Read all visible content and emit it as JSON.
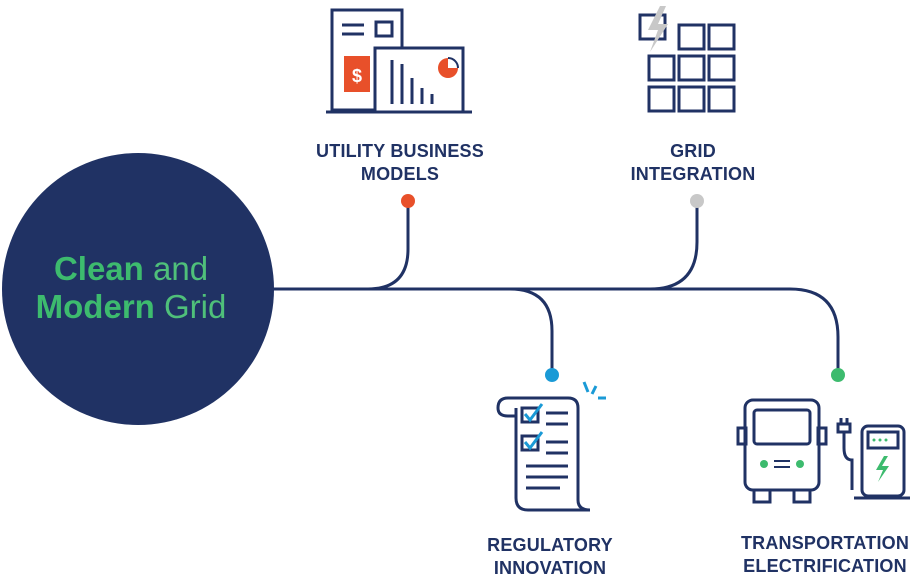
{
  "hub": {
    "line1_bold": "Clean",
    "line1_rest": "and",
    "line2_bold": "Modern",
    "line2_rest": "Grid"
  },
  "nodes": [
    {
      "line1": "UTILITY BUSINESS",
      "line2": "MODELS",
      "dot_color": "#e8502a",
      "icon": "business-report-icon"
    },
    {
      "line1": "GRID",
      "line2": "INTEGRATION",
      "dot_color": "#c8c8c8",
      "icon": "grid-panel-icon"
    },
    {
      "line1": "REGULATORY",
      "line2": "INNOVATION",
      "dot_color": "#1a9ad6",
      "icon": "checklist-scroll-icon"
    },
    {
      "line1": "TRANSPORTATION",
      "line2": "ELECTRIFICATION",
      "dot_color": "#3dbb6e",
      "icon": "ev-bus-charger-icon"
    }
  ],
  "colors": {
    "navy": "#203264",
    "orange": "#e8502a",
    "green": "#3dbb6e",
    "blue": "#1a9ad6",
    "gray": "#c8c8c8"
  }
}
